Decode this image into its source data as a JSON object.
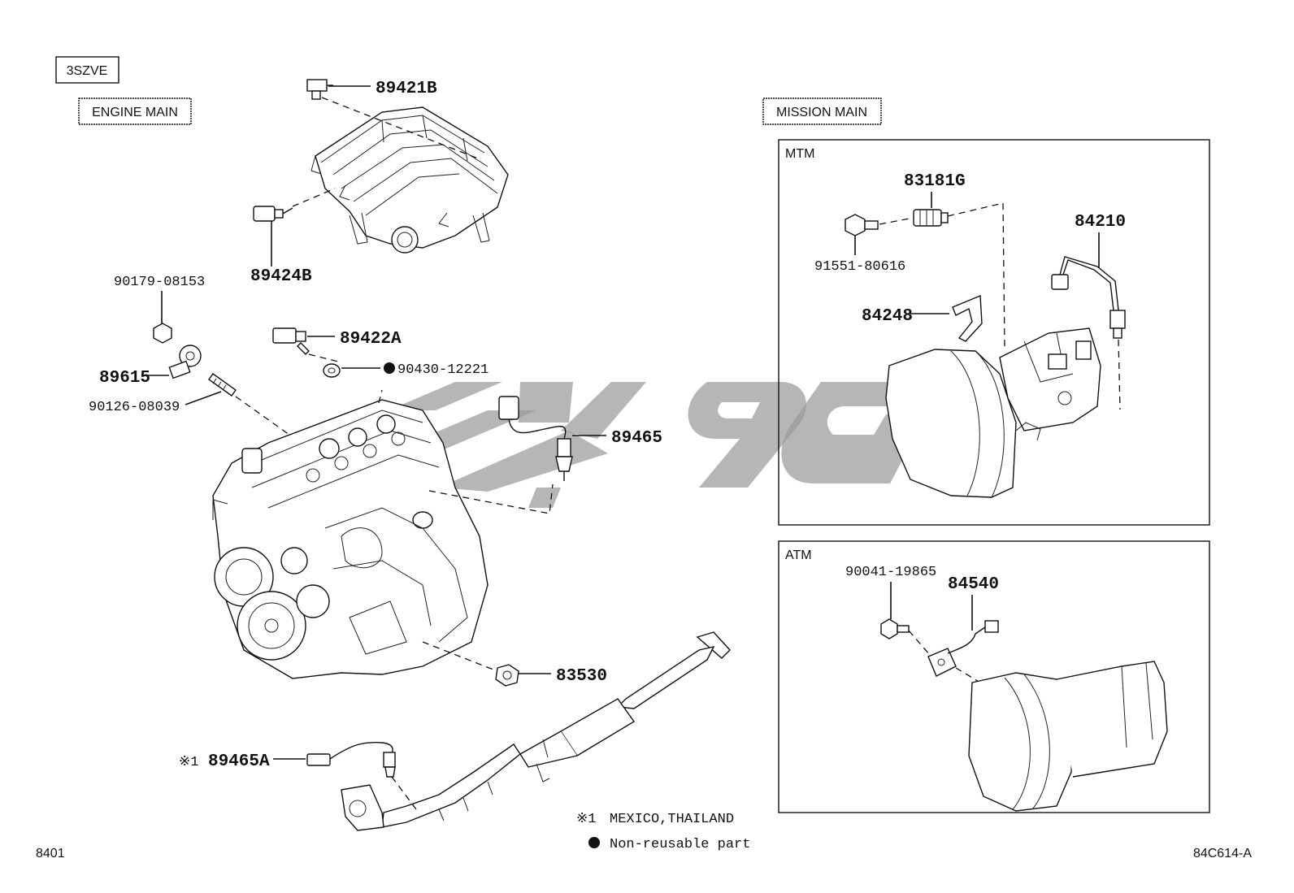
{
  "engine_code": "3SZVE",
  "sections": {
    "engine_main": "ENGINE MAIN",
    "mission_main": "MISSION MAIN",
    "mtm": "MTM",
    "atm": "ATM"
  },
  "parts": {
    "p89421B": "89421B",
    "p89424B": "89424B",
    "p90179": "90179-08153",
    "p89422A": "89422A",
    "p90430": "90430-12221",
    "p89615": "89615",
    "p90126": "90126-08039",
    "p89465": "89465",
    "p83530": "83530",
    "p89465A": "89465A",
    "p83181G": "83181G",
    "p91551": "91551-80616",
    "p84210": "84210",
    "p84248": "84248",
    "p90041": "90041-19865",
    "p84540": "84540"
  },
  "notes": {
    "mark1": "※1",
    "regions": "MEXICO,THAILAND",
    "nonreusable": "Non-reusable part"
  },
  "footer": {
    "left_code": "8401",
    "right_code": "84C614-A"
  },
  "colors": {
    "ink": "#111111",
    "watermark": "#9a9a9a"
  }
}
